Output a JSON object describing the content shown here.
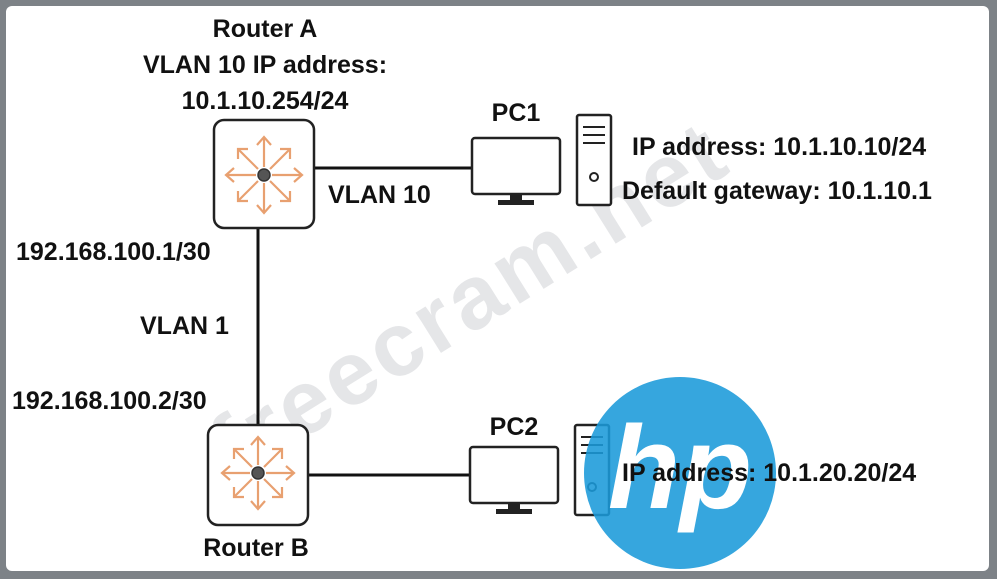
{
  "router_a": {
    "title": "Router A",
    "vlan_label": "VLAN 10 IP address:",
    "vlan_ip": "10.1.10.254/24",
    "uplink_ip": "192.168.100.1/30"
  },
  "router_b": {
    "title": "Router B",
    "uplink_ip": "192.168.100.2/30"
  },
  "links": {
    "a_to_pc1": "VLAN 10",
    "a_to_b": "VLAN 1"
  },
  "pc1": {
    "name": "PC1",
    "ip": "IP address: 10.1.10.10/24",
    "gateway": "Default gateway: 10.1.10.1"
  },
  "pc2": {
    "name": "PC2",
    "ip": "IP address: 10.1.20.20/24"
  },
  "overlays": {
    "watermark_text": "freecram.net",
    "logo_text": "hp"
  },
  "colors": {
    "router_arrows": "#e8a070",
    "logo_blue": "#1a9ad9",
    "device_border": "#222222"
  }
}
